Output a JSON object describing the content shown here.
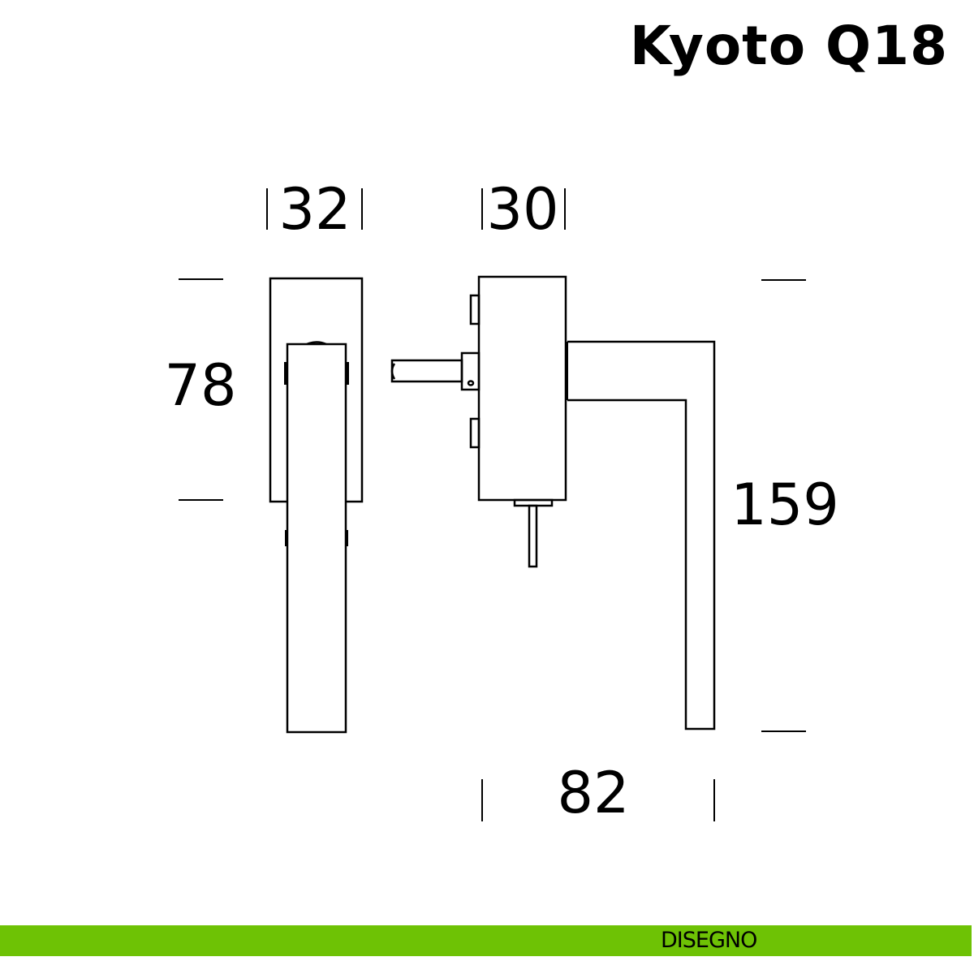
{
  "title": "Kyoto Q18",
  "dimensions": {
    "rose_width_front": "32",
    "rose_depth_side": "30",
    "rose_height": "78",
    "handle_height": "159",
    "handle_projection": "82"
  },
  "footer": {
    "label": "DISEGNO",
    "color": "#6ec205"
  }
}
